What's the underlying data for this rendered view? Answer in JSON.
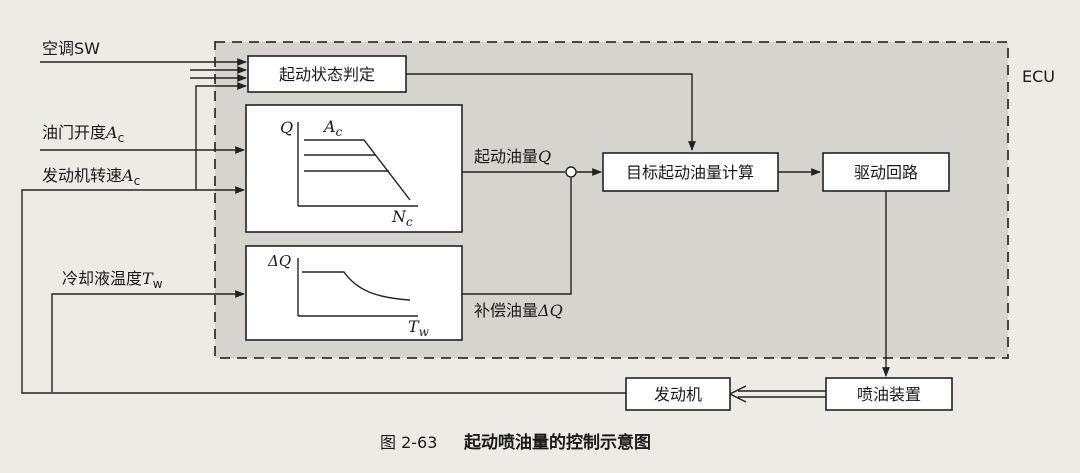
{
  "ecu_label": "ECU",
  "inputs": {
    "ac_sw": "空调SW",
    "throttle": "油门开度",
    "engine_speed": "发动机转速",
    "coolant": "冷却液温度"
  },
  "blocks": {
    "start_judge": "起动状态判定",
    "target_calc": "目标起动油量计算",
    "drive_circuit": "驱动回路",
    "injector": "喷油装置",
    "engine": "发动机"
  },
  "signals": {
    "start_fuel": "起动油量",
    "comp_fuel": "补偿油量"
  },
  "graph1": {
    "y_label": "Q",
    "x_label": "N",
    "x_sub": "c",
    "curve_label": "A",
    "curve_sub": "c"
  },
  "graph2": {
    "y_label": "ΔQ",
    "x_label": "T",
    "x_sub": "w"
  },
  "symbols": {
    "A": "A",
    "c": "c",
    "Q": "Q",
    "dQ": "ΔQ",
    "T": "T",
    "w": "w"
  },
  "caption": {
    "number": "图 2-63",
    "text": "起动喷油量的控制示意图"
  }
}
